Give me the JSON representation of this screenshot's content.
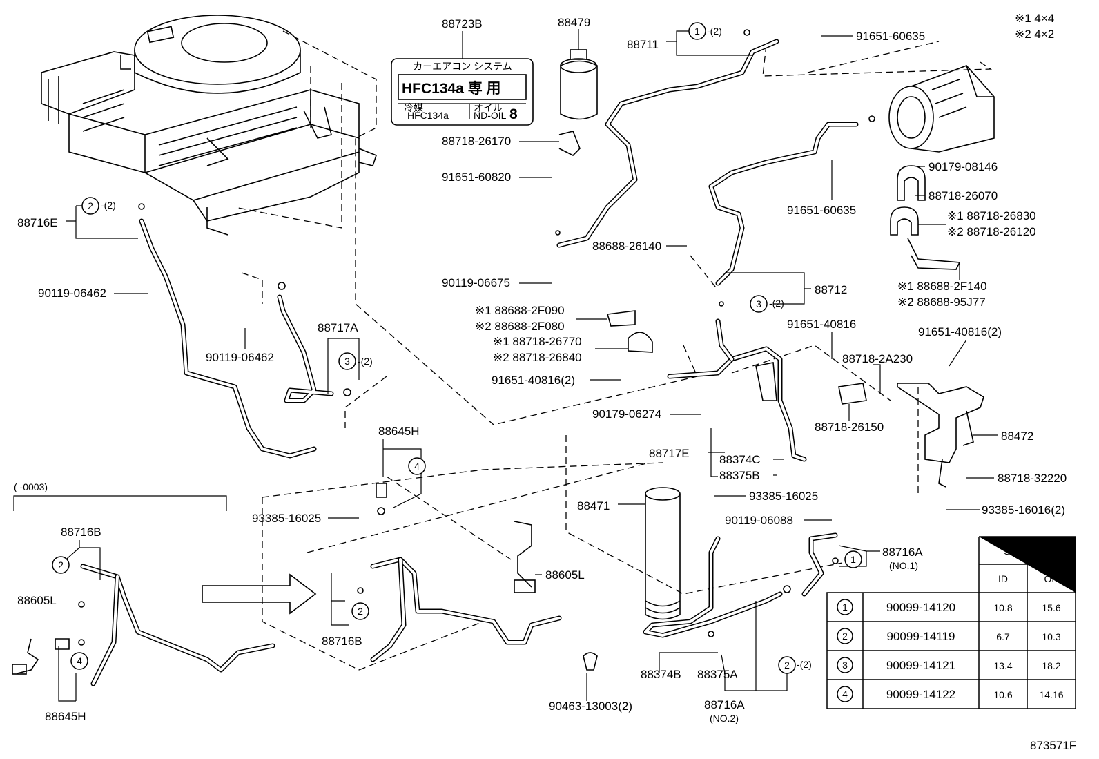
{
  "notes": {
    "n1": "※1 4×4",
    "n2": "※2 4×2"
  },
  "drawing_no": "873571F",
  "prod_range": "(      -0003)",
  "label_card": {
    "part_no": "88723B",
    "header": "カーエアコン システム",
    "refrigerant": "HFC134a 専 用",
    "left_small_1": "冷媒",
    "left_small_2": "HFC134a",
    "right_small_1": "オイル",
    "right_small_2": "ND-OIL",
    "oil_no": "8"
  },
  "parts": {
    "p88479": "88479",
    "p88711": "88711",
    "p88711_seal": "-(2)",
    "p91651_60635_a": "91651-60635",
    "p88718_26170": "88718-26170",
    "p91651_60820": "91651-60820",
    "p91651_60635_b": "91651-60635",
    "p90179_08146": "90179-08146",
    "p88718_26070": "88718-26070",
    "p88718_26830": "※1 88718-26830",
    "p88718_26120": "※2 88718-26120",
    "p88688_2F140": "※1 88688-2F140",
    "p88688_95J77": "※2 88688-95J77",
    "p88716E": "88716E",
    "p88716E_seal": "-(2)",
    "p90119_06462_a": "90119-06462",
    "p90119_06462_b": "90119-06462",
    "p88688_26140": "88688-26140",
    "p90119_06675": "90119-06675",
    "p88712": "88712",
    "p88712_seal": "-(2)",
    "p88717A": "88717A",
    "p88717A_seal": "-(2)",
    "p88688_2F090": "※1 88688-2F090",
    "p88688_2F080": "※2 88688-2F080",
    "p88718_26770": "※1 88718-26770",
    "p88718_26840": "※2 88718-26840",
    "p91651_40816_2a": "91651-40816(2)",
    "p91651_40816": "91651-40816",
    "p88718_2A230": "88718-2A230",
    "p91651_40816_2b": "91651-40816(2)",
    "p90179_06274": "90179-06274",
    "p88718_26150": "88718-26150",
    "p88645H_a": "88645H",
    "p88717E": "88717E",
    "p88374C": "88374C",
    "p88375B": "88375B",
    "p88472": "88472",
    "p88718_32220": "88718-32220",
    "p88471": "88471",
    "p93385_16025_a": "93385-16025",
    "p93385_16025_b": "93385-16025",
    "p90119_06088": "90119-06088",
    "p93385_16016": "93385-16016(2)",
    "p88716B_a": "88716B",
    "p88605L_a": "88605L",
    "p88605L_b": "88605L",
    "p88716A_1": "88716A",
    "p88716A_1_sub": "(NO.1)",
    "p88716B_b": "88716B",
    "p88645H_b": "88645H",
    "p88374B": "88374B",
    "p88375A": "88375A",
    "p88716A_2": "88716A",
    "p88716A_2_sub": "(NO.2)",
    "p88716A_2_seal": "-(2)",
    "p90463_13003": "90463-13003(2)"
  },
  "markers": {
    "m1": "1",
    "m2": "2",
    "m3": "3",
    "m4": "4"
  },
  "size_table": {
    "header": "SIZE (mm)",
    "col_id": "ID",
    "col_od": "OD",
    "rows": [
      {
        "mark": "1",
        "part": "90099-14120",
        "id": "10.8",
        "od": "15.6"
      },
      {
        "mark": "2",
        "part": "90099-14119",
        "id": "6.7",
        "od": "10.3"
      },
      {
        "mark": "3",
        "part": "90099-14121",
        "id": "13.4",
        "od": "18.2"
      },
      {
        "mark": "4",
        "part": "90099-14122",
        "id": "10.6",
        "od": "14.16"
      }
    ]
  }
}
